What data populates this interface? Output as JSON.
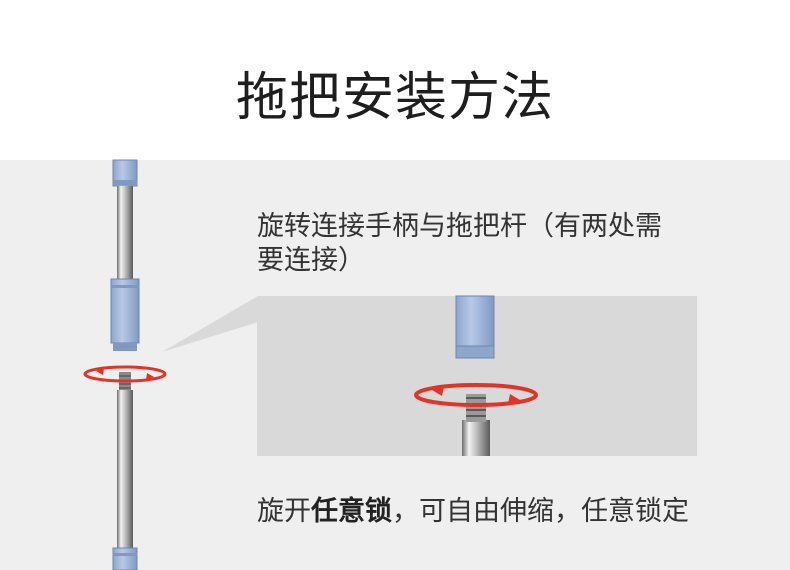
{
  "title": "拖把安装方法",
  "step1": {
    "text": "旋转连接手柄与拖把杆（有两处需要连接）"
  },
  "step2": {
    "prefix": "旋开",
    "highlight": "任意锁",
    "suffix": "，可自由伸缩，任意锁定"
  },
  "colors": {
    "handle_blue": "#9db3d6",
    "arrow_red": "#e23327",
    "panel_bg": "#efefef",
    "zoom_bg": "#d9d9d9"
  }
}
